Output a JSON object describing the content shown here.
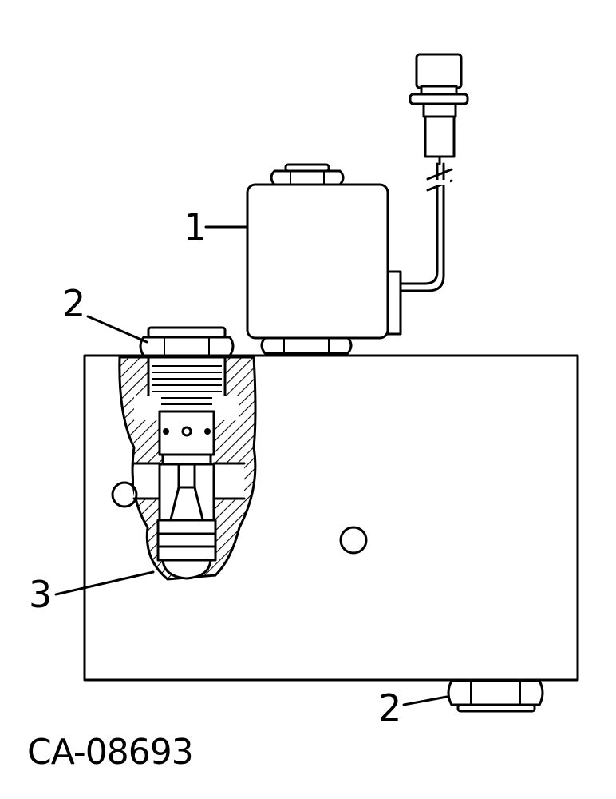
{
  "callouts": {
    "solenoid": "1",
    "plug_top": "2",
    "cartridge_valve": "3",
    "plug_bottom": "2"
  },
  "figure_id": "CA-08693",
  "colors": {
    "ink": "#000000",
    "paper": "#ffffff"
  }
}
